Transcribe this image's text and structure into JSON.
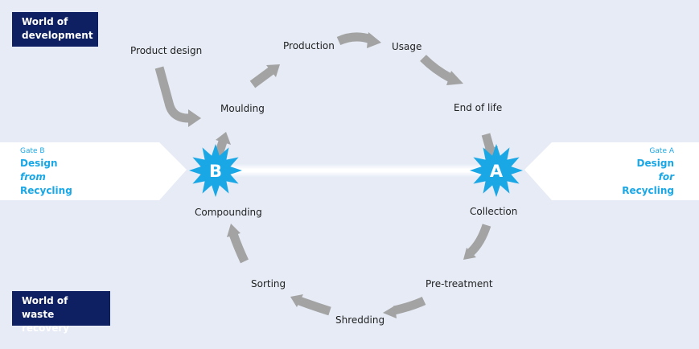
{
  "worlds": {
    "development": [
      "World of",
      "development"
    ],
    "waste_recovery": [
      "World of",
      "waste recovery"
    ]
  },
  "steps": {
    "product_design": "Product design",
    "production": "Production",
    "usage": "Usage",
    "moulding": "Moulding",
    "end_of_life": "End of life",
    "compounding": "Compounding",
    "collection": "Collection",
    "sorting": "Sorting",
    "pre_treatment": "Pre-treatment",
    "shredding": "Shredding"
  },
  "gates": {
    "a": {
      "name": "Gate A",
      "letter": "A",
      "line1": "Design",
      "line2": "for",
      "line3": "Recycling"
    },
    "b": {
      "name": "Gate B",
      "letter": "B",
      "line1": "Design",
      "line2": "from",
      "line3": "Recycling"
    }
  },
  "colors": {
    "background": "#e6ebf5",
    "world_box": "#0f2062",
    "arrow": "#a3a3a3",
    "star": "#1aa7e6",
    "gate_panel": "#ffffff"
  }
}
